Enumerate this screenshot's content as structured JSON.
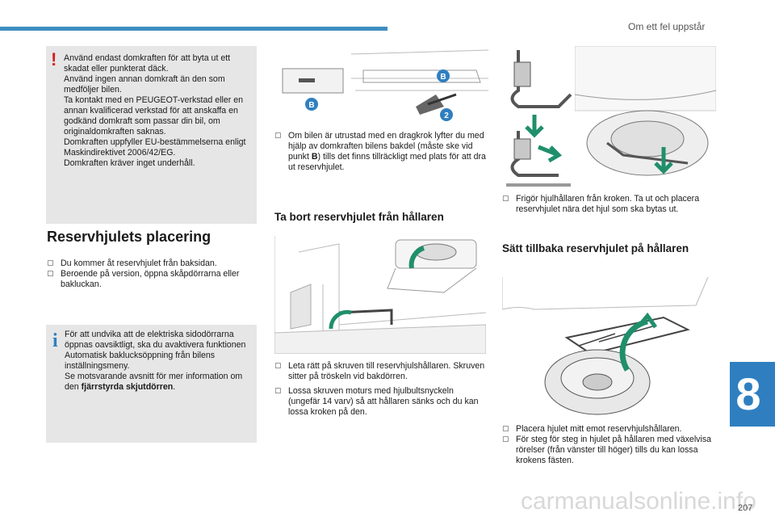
{
  "header": {
    "section_title": "Om ett fel uppstår"
  },
  "warning": {
    "lines": [
      "Använd endast domkraften för att byta ut ett skadat eller punkterat däck.",
      "Använd ingen annan domkraft än den som medföljer bilen.",
      "Ta kontakt med en PEUGEOT-verkstad eller en annan kvalificerad verkstad för att anskaffa en godkänd domkraft som passar din bil, om originaldomkraften saknas.",
      "Domkraften uppfyller EU-bestämmelserna enligt Maskindirektivet 2006/42/EG.",
      "Domkraften kräver inget underhåll."
    ]
  },
  "section1": {
    "title": "Reservhjulets placering",
    "bullets": [
      "Du kommer åt reservhjulet från baksidan.",
      "Beroende på version, öppna skåpdörrarna eller bakluckan."
    ]
  },
  "info": {
    "text": "För att undvika att de elektriska sidodörrarna öppnas oavsiktligt, ska du avaktivera funktionen Automatisk baklucksöppning från bilens inställningsmeny.",
    "text2": "Se motsvarande avsnitt för mer information om den",
    "bold": "fjärrstyrda skjutdörren",
    "end": "."
  },
  "col2": {
    "bullet1_pre": "Om bilen är utrustad med en dragkrok lyfter du med hjälp av domkraften bilens bakdel (måste ske vid punkt ",
    "bullet1_bold": "B",
    "bullet1_post": ") tills det finns tillräckligt med plats för att dra ut reservhjulet.",
    "title": "Ta bort reservhjulet från hållaren",
    "bullets": [
      "Leta rätt på skruven till reservhjulshållaren. Skruven sitter på tröskeln vid bakdörren.",
      "Lossa skruven moturs med hjulbultsnyckeln (ungefär 14 varv) så att hållaren sänks och du kan lossa kroken på den."
    ],
    "labels": {
      "b": "B",
      "two": "2"
    }
  },
  "col3": {
    "bullet1": "Frigör hjulhållaren från kroken. Ta ut och placera reservhjulet nära det hjul som ska bytas ut.",
    "title": "Sätt tillbaka reservhjulet på hållaren",
    "bullets": [
      "Placera hjulet mitt emot reservhjulshållaren.",
      "För steg för steg in hjulet på hållaren med växelvisa rörelser (från vänster till höger) tills du kan lossa krokens fästen."
    ]
  },
  "chapter": "8",
  "page_number": "207",
  "watermark": "carmanualsonline.info",
  "colors": {
    "accent": "#2f7fc0",
    "warning": "#d21f1f",
    "arrow": "#1f8f6b"
  }
}
